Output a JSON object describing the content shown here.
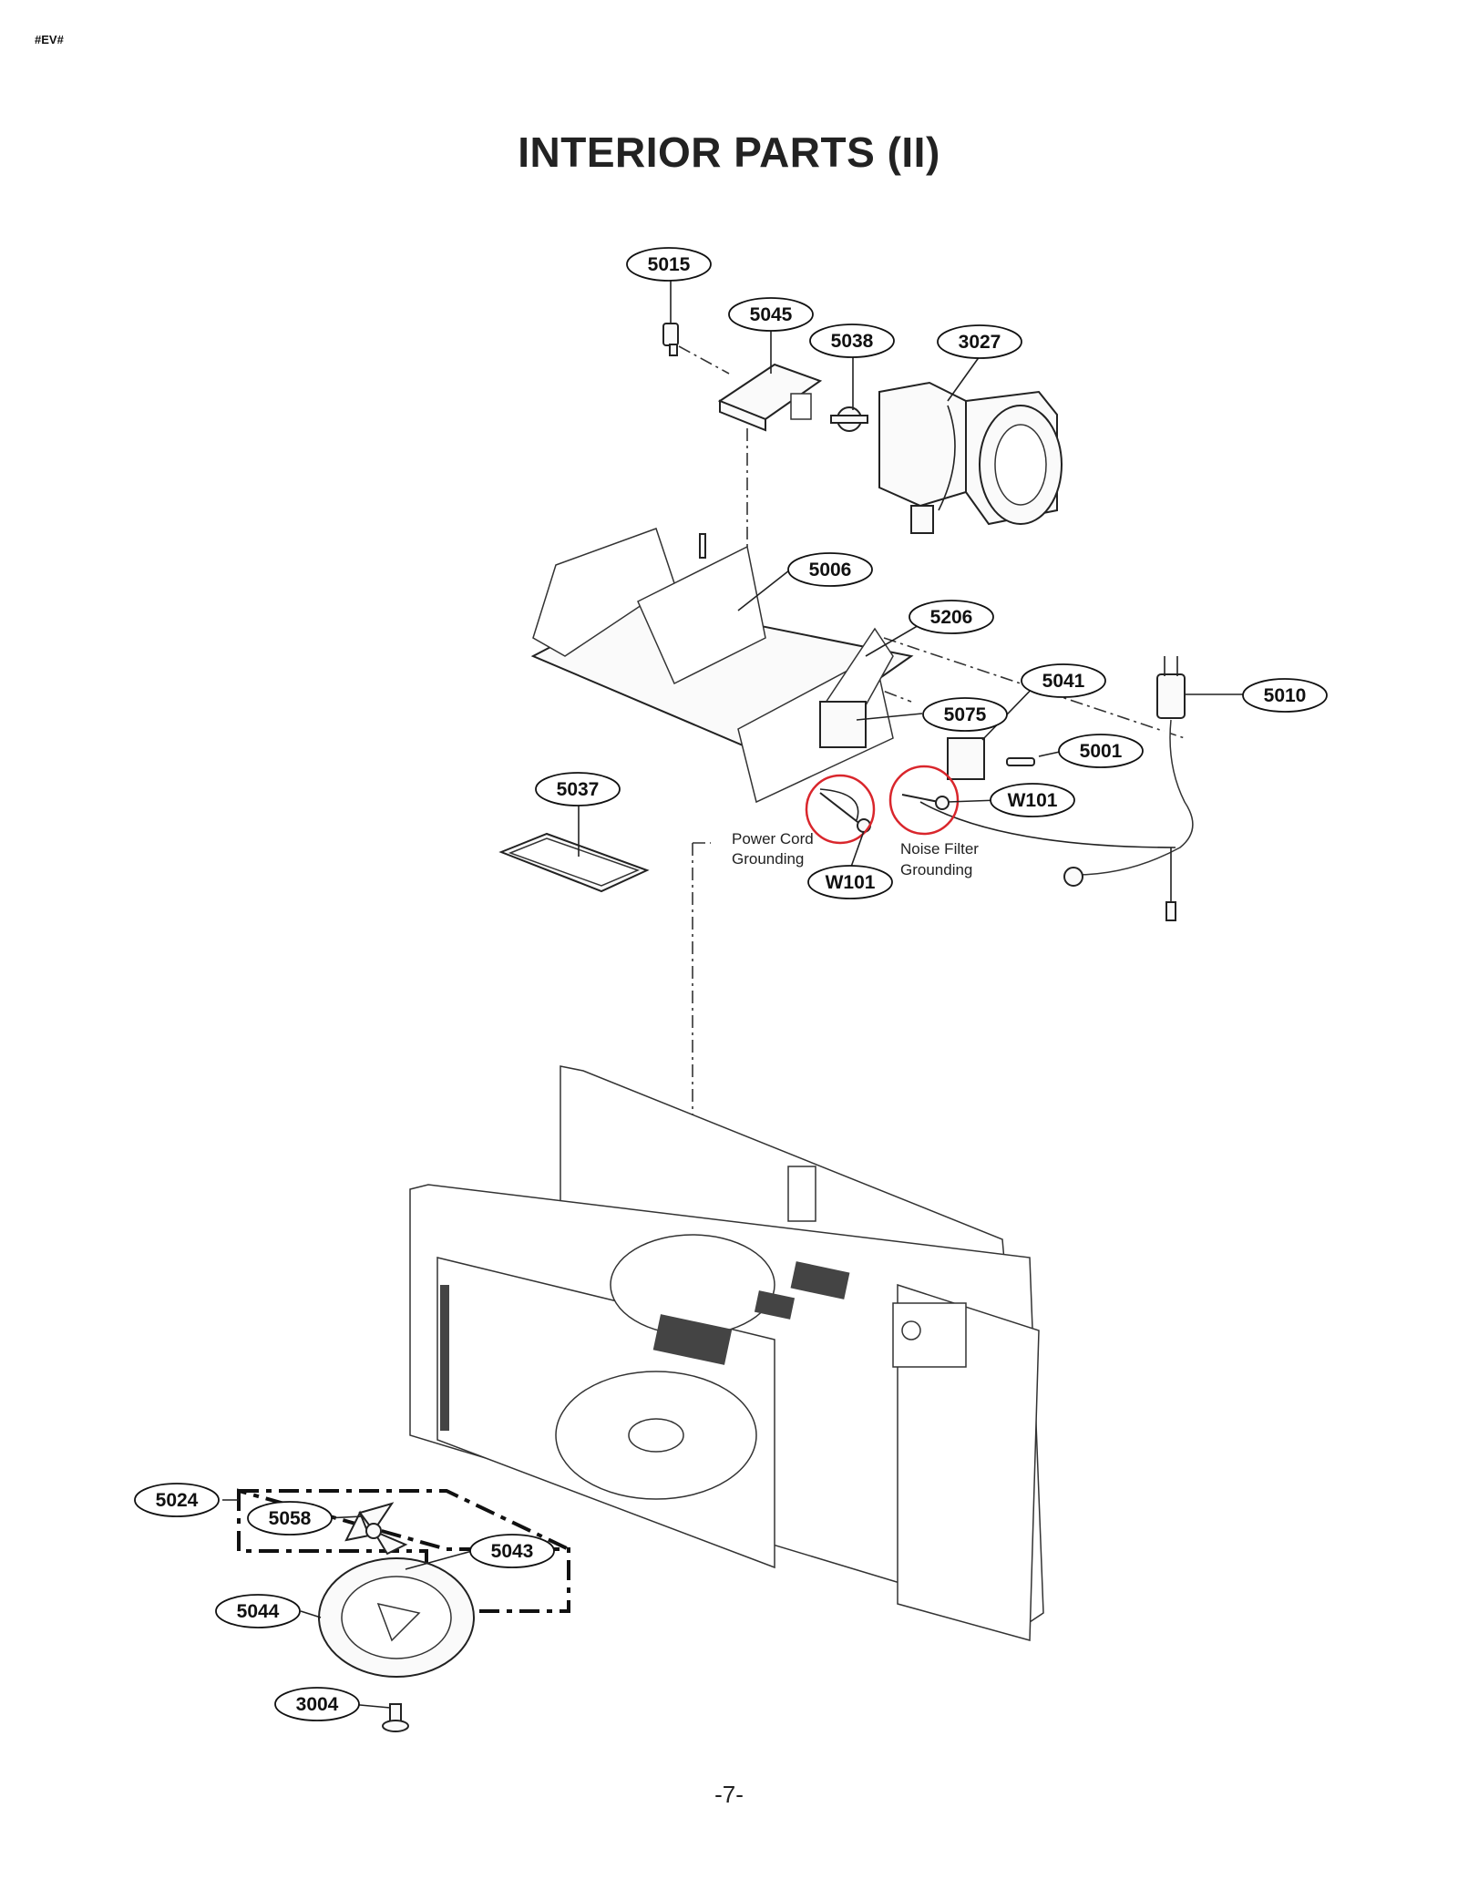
{
  "header": {
    "code_mark": "#EV#"
  },
  "title": "INTERIOR PARTS (II)",
  "page_number": "-7-",
  "callouts": [
    {
      "id": "5015",
      "label": "5015"
    },
    {
      "id": "5045",
      "label": "5045"
    },
    {
      "id": "5038",
      "label": "5038"
    },
    {
      "id": "3027",
      "label": "3027"
    },
    {
      "id": "5006",
      "label": "5006"
    },
    {
      "id": "5206",
      "label": "5206"
    },
    {
      "id": "5041",
      "label": "5041"
    },
    {
      "id": "5010",
      "label": "5010"
    },
    {
      "id": "5075",
      "label": "5075"
    },
    {
      "id": "5001",
      "label": "5001"
    },
    {
      "id": "W101a",
      "label": "W101"
    },
    {
      "id": "5037",
      "label": "5037"
    },
    {
      "id": "W101b",
      "label": "W101"
    },
    {
      "id": "5024",
      "label": "5024"
    },
    {
      "id": "5058",
      "label": "5058"
    },
    {
      "id": "5043",
      "label": "5043"
    },
    {
      "id": "5044",
      "label": "5044"
    },
    {
      "id": "3004",
      "label": "3004"
    }
  ],
  "notes": {
    "power_cord_grounding": [
      "Power Cord",
      "Grounding"
    ],
    "noise_filter_grounding": [
      "Noise Filter",
      "Grounding"
    ]
  },
  "colors": {
    "ink": "#222222",
    "highlight_circle": "#d9262c",
    "background": "#ffffff"
  }
}
